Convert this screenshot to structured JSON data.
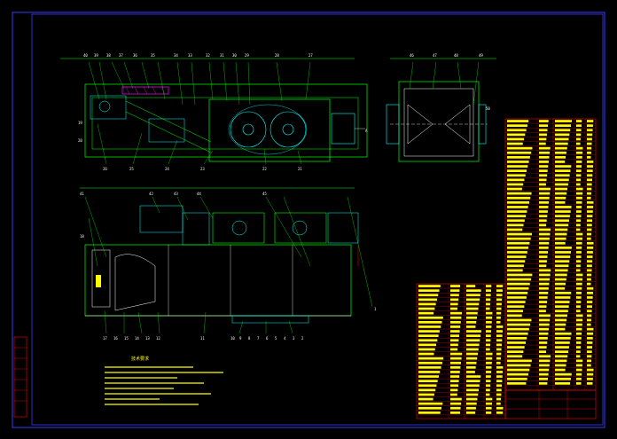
{
  "drawing": {
    "colors": {
      "background": "#000000",
      "border": "#3a3aff",
      "outline": "#00ff00",
      "leader": "#00ff00",
      "text": "#ffffff",
      "text_highlight": "#ffff00",
      "table_grid": "#ff0000",
      "hatch": "#ff00ff",
      "equipment": "#00ffff",
      "centerline": "#ffffff"
    },
    "top_view_labels": [
      "40",
      "39",
      "38",
      "37",
      "36",
      "35",
      "34",
      "33",
      "32",
      "31",
      "30",
      "29",
      "28",
      "27",
      "26",
      "25",
      "24",
      "23",
      "22",
      "21",
      "20",
      "19"
    ],
    "side_view_labels": [
      "46",
      "47",
      "48",
      "49",
      "50"
    ],
    "front_view_labels": [
      "41",
      "42",
      "43",
      "44",
      "45",
      "18",
      "17",
      "16",
      "15",
      "14",
      "13",
      "12",
      "11",
      "10",
      "9",
      "8",
      "7",
      "6",
      "5",
      "4",
      "3",
      "2",
      "1"
    ],
    "notes_title": "技术要求",
    "section_marker": "A"
  }
}
